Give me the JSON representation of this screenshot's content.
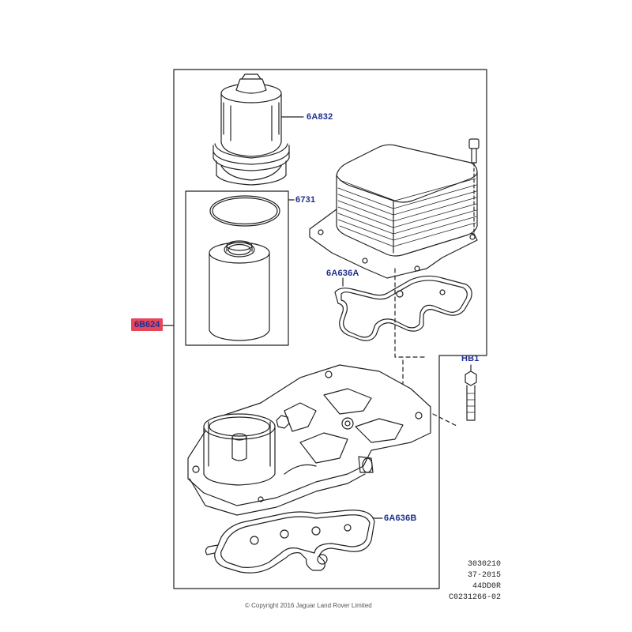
{
  "colors": {
    "label": "#1f2f8f",
    "highlight": "#e8455a",
    "line": "#222222"
  },
  "callouts": {
    "p6a832": "6A832",
    "p6731": "6731",
    "p6b624": "6B624",
    "p6a636a": "6A636A",
    "hb1": "HB1",
    "p6a636b": "6A636B"
  },
  "meta": {
    "line1": "3030210",
    "line2": "37-2015",
    "line3": "44DD0R",
    "line4": "C0231266-02"
  },
  "copyright": "© Copyright 2016 Jaguar Land Rover Limited"
}
